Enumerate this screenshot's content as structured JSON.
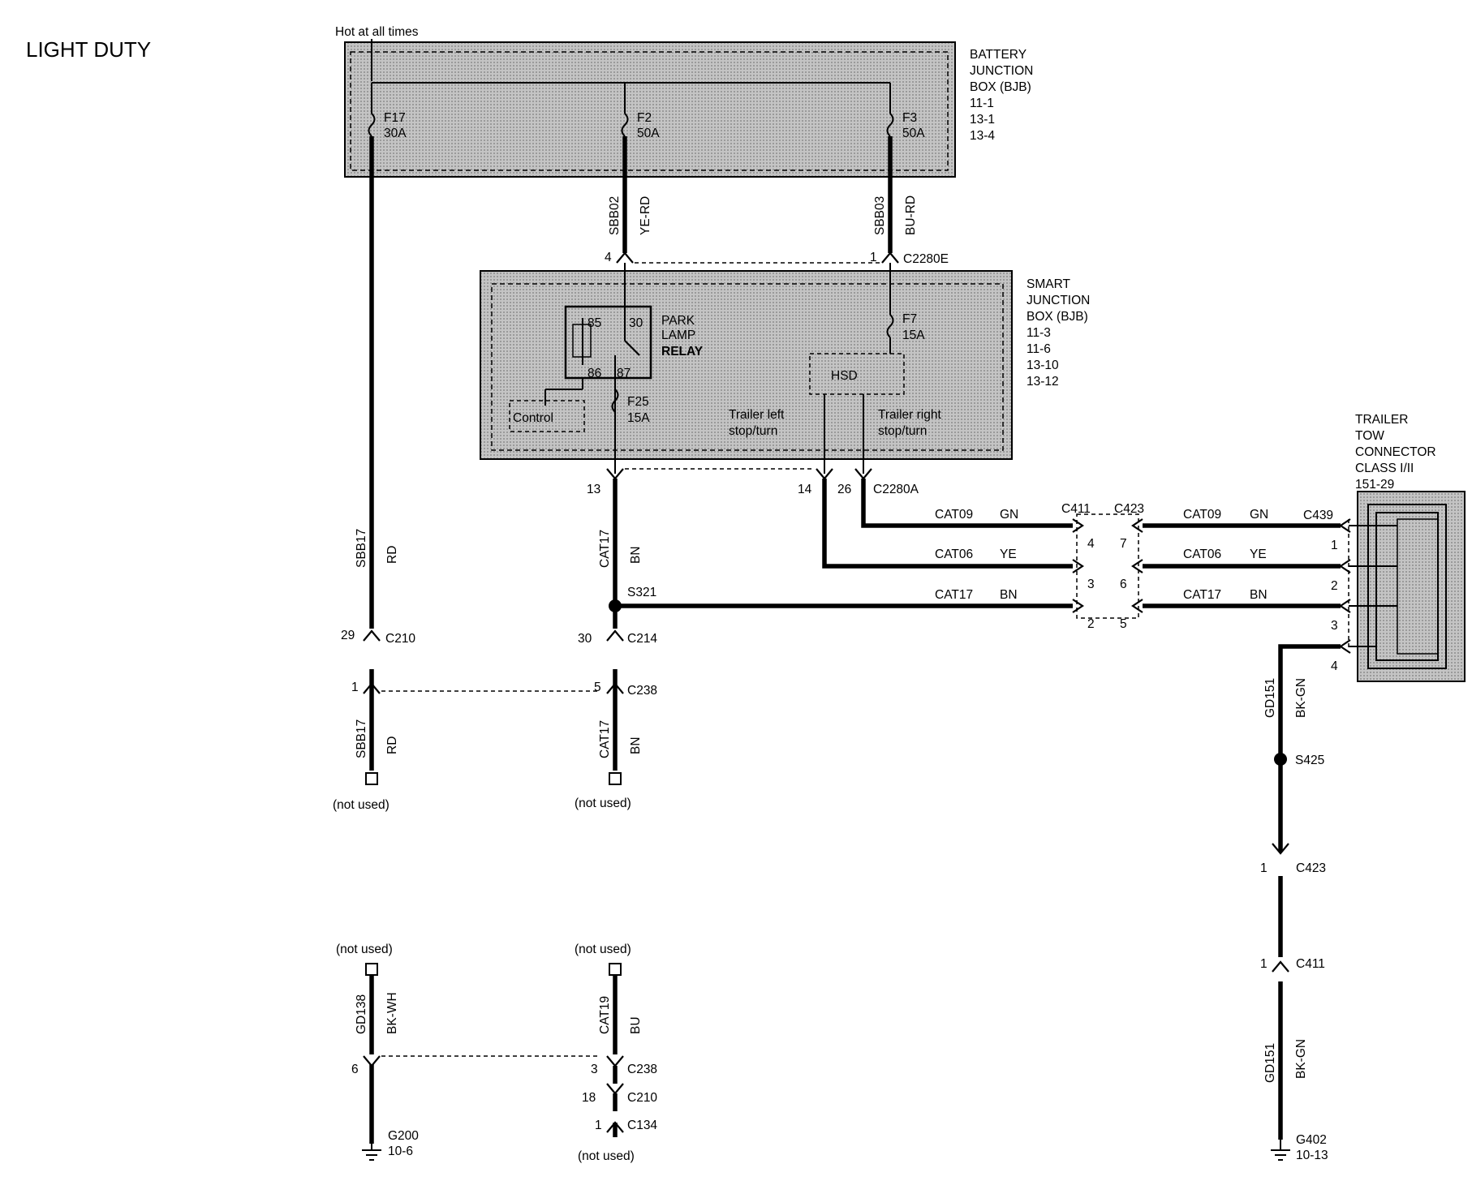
{
  "title": "LIGHT DUTY",
  "power": {
    "hot_label": "Hot at all times"
  },
  "bjb": {
    "title_lines": [
      "BATTERY",
      "JUNCTION",
      "BOX (BJB)",
      "11-1",
      "13-1",
      "13-4"
    ],
    "fuses": [
      {
        "name": "F17",
        "rating": "30A"
      },
      {
        "name": "F2",
        "rating": "50A"
      },
      {
        "name": "F3",
        "rating": "50A"
      }
    ]
  },
  "sjb": {
    "title_lines": [
      "SMART",
      "JUNCTION",
      "BOX (BJB)",
      "11-3",
      "11-6",
      "13-10",
      "13-12"
    ],
    "relay": {
      "pin85": "85",
      "pin30": "30",
      "pin86": "86",
      "pin87": "87",
      "label1": "PARK",
      "label2": "LAMP",
      "label3": "RELAY"
    },
    "fuse_f7": {
      "name": "F7",
      "rating": "15A"
    },
    "fuse_f25": {
      "name": "F25",
      "rating": "15A"
    },
    "hsd": "HSD",
    "control": "Control",
    "trailer_left_1": "Trailer left",
    "trailer_left_2": "stop/turn",
    "trailer_right_1": "Trailer right",
    "trailer_right_2": "stop/turn"
  },
  "wires": {
    "sbb02": {
      "circuit": "SBB02",
      "color": "YE-RD"
    },
    "sbb03": {
      "circuit": "SBB03",
      "color": "BU-RD"
    },
    "sbb17": {
      "circuit": "SBB17",
      "color": "RD"
    },
    "sbb17b": {
      "circuit": "SBB17",
      "color": "RD"
    },
    "cat17": {
      "circuit": "CAT17",
      "color": "BN"
    },
    "cat17b": {
      "circuit": "CAT17",
      "color": "BN"
    },
    "gd151": {
      "circuit": "GD151",
      "color": "BK-GN"
    },
    "gd151b": {
      "circuit": "GD151",
      "color": "BK-GN"
    },
    "gd138": {
      "circuit": "GD138",
      "color": "BK-WH"
    },
    "cat19": {
      "circuit": "CAT19",
      "color": "BU"
    }
  },
  "horizontal_wires": [
    {
      "left_circuit": "CAT09",
      "left_color": "GN",
      "right_circuit": "CAT09",
      "right_color": "GN"
    },
    {
      "left_circuit": "CAT06",
      "left_color": "YE",
      "right_circuit": "CAT06",
      "right_color": "YE"
    },
    {
      "left_circuit": "CAT17",
      "left_color": "BN",
      "right_circuit": "CAT17",
      "right_color": "BN"
    }
  ],
  "connectors": {
    "c2280e": {
      "name": "C2280E",
      "pin_a": "4",
      "pin_b": "1"
    },
    "c2280a": {
      "name": "C2280A",
      "pin_a": "13",
      "pin_b": "14",
      "pin_c": "26"
    },
    "c210": {
      "name": "C210",
      "pin": "29"
    },
    "c214": {
      "name": "C214",
      "pin": "30"
    },
    "c238": {
      "name": "C238",
      "pin_a": "1",
      "pin_b": "5"
    },
    "c411": {
      "name": "C411",
      "pins": [
        "4",
        "3",
        "2"
      ]
    },
    "c423": {
      "name": "C423",
      "pins": [
        "7",
        "6",
        "5"
      ]
    },
    "c439": {
      "name": "C439",
      "pins": [
        "1",
        "2",
        "3",
        "4"
      ]
    },
    "c423b": {
      "name": "C423",
      "pin": "1"
    },
    "c411b": {
      "name": "C411",
      "pin": "1"
    },
    "c238b": {
      "name": "C238",
      "pin_a": "6",
      "pin_b": "3"
    },
    "c210b": {
      "name": "C210",
      "pin": "18"
    },
    "c134": {
      "name": "C134",
      "pin": "1"
    }
  },
  "splices": {
    "s321": "S321",
    "s425": "S425"
  },
  "trailer": {
    "title_lines": [
      "TRAILER",
      "TOW",
      "CONNECTOR",
      "CLASS I/II",
      "151-29"
    ]
  },
  "grounds": {
    "g200": {
      "name": "G200",
      "ref": "10-6"
    },
    "g402": {
      "name": "G402",
      "ref": "10-13"
    }
  },
  "not_used": [
    "(not used)",
    "(not used)",
    "(not used)",
    "(not used)",
    "(not used)"
  ]
}
